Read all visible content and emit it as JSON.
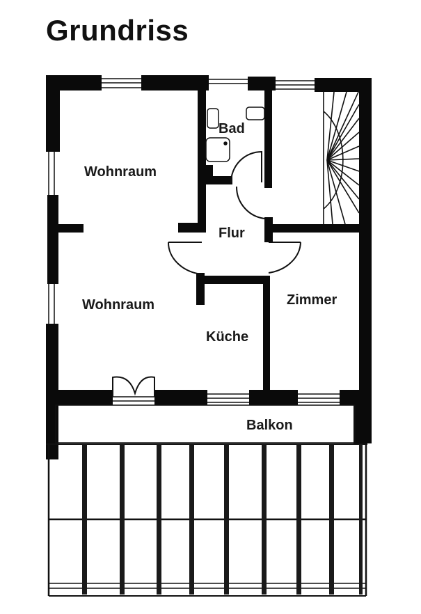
{
  "title": "Grundriss",
  "rooms": [
    {
      "name": "Wohnraum",
      "id": "wohnraum-upper"
    },
    {
      "name": "Bad",
      "id": "bad"
    },
    {
      "name": "Flur",
      "id": "flur"
    },
    {
      "name": "Wohnraum",
      "id": "wohnraum-lower"
    },
    {
      "name": "Zimmer",
      "id": "zimmer"
    },
    {
      "name": "Küche",
      "id": "kueche"
    },
    {
      "name": "Balkon",
      "id": "balkon"
    }
  ],
  "colors": {
    "wall": "#0a0a0a",
    "background": "#ffffff",
    "line": "#111111"
  }
}
